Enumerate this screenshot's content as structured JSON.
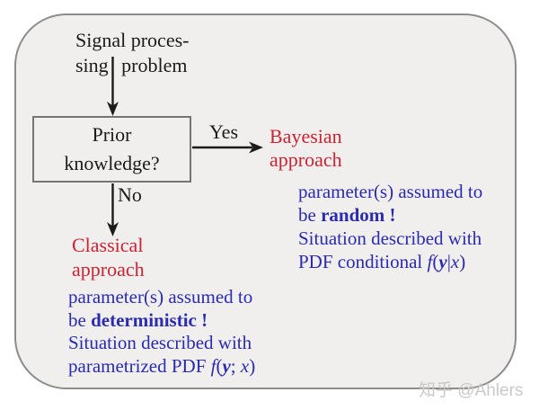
{
  "colors": {
    "ink": "#1b1b1b",
    "red": "#cc2233",
    "blue": "#2b2bb0",
    "panel_bg": "#f0efed",
    "panel_border": "#8c8c8c",
    "box_border": "#757575",
    "watermark": "#c9c9c9"
  },
  "flow": {
    "start_line1": "Signal proces-",
    "start_line2": "sing problem",
    "decision_line1": "Prior",
    "decision_line2": "knowledge?",
    "yes_label": "Yes",
    "no_label": "No",
    "bayesian_line1": "Bayesian",
    "bayesian_line2": "approach",
    "classical_line1": "Classical",
    "classical_line2": "approach"
  },
  "right_note": {
    "line1": "parameter(s) assumed to",
    "line2_pre": "be ",
    "line2_bold": "random !",
    "line3": "Situation described with",
    "line4_pre": "PDF conditional ",
    "formula": [
      "f",
      "(",
      "y",
      "|",
      "x",
      ")"
    ]
  },
  "left_note": {
    "line1": "parameter(s) assumed to",
    "line2_pre": "be ",
    "line2_bold": "deterministic !",
    "line3": "Situation described with",
    "line4_pre": "parametrized PDF ",
    "formula": [
      "f",
      "(",
      "y",
      "; ",
      "x",
      ")"
    ]
  },
  "watermark": "知乎 @Ahlers"
}
